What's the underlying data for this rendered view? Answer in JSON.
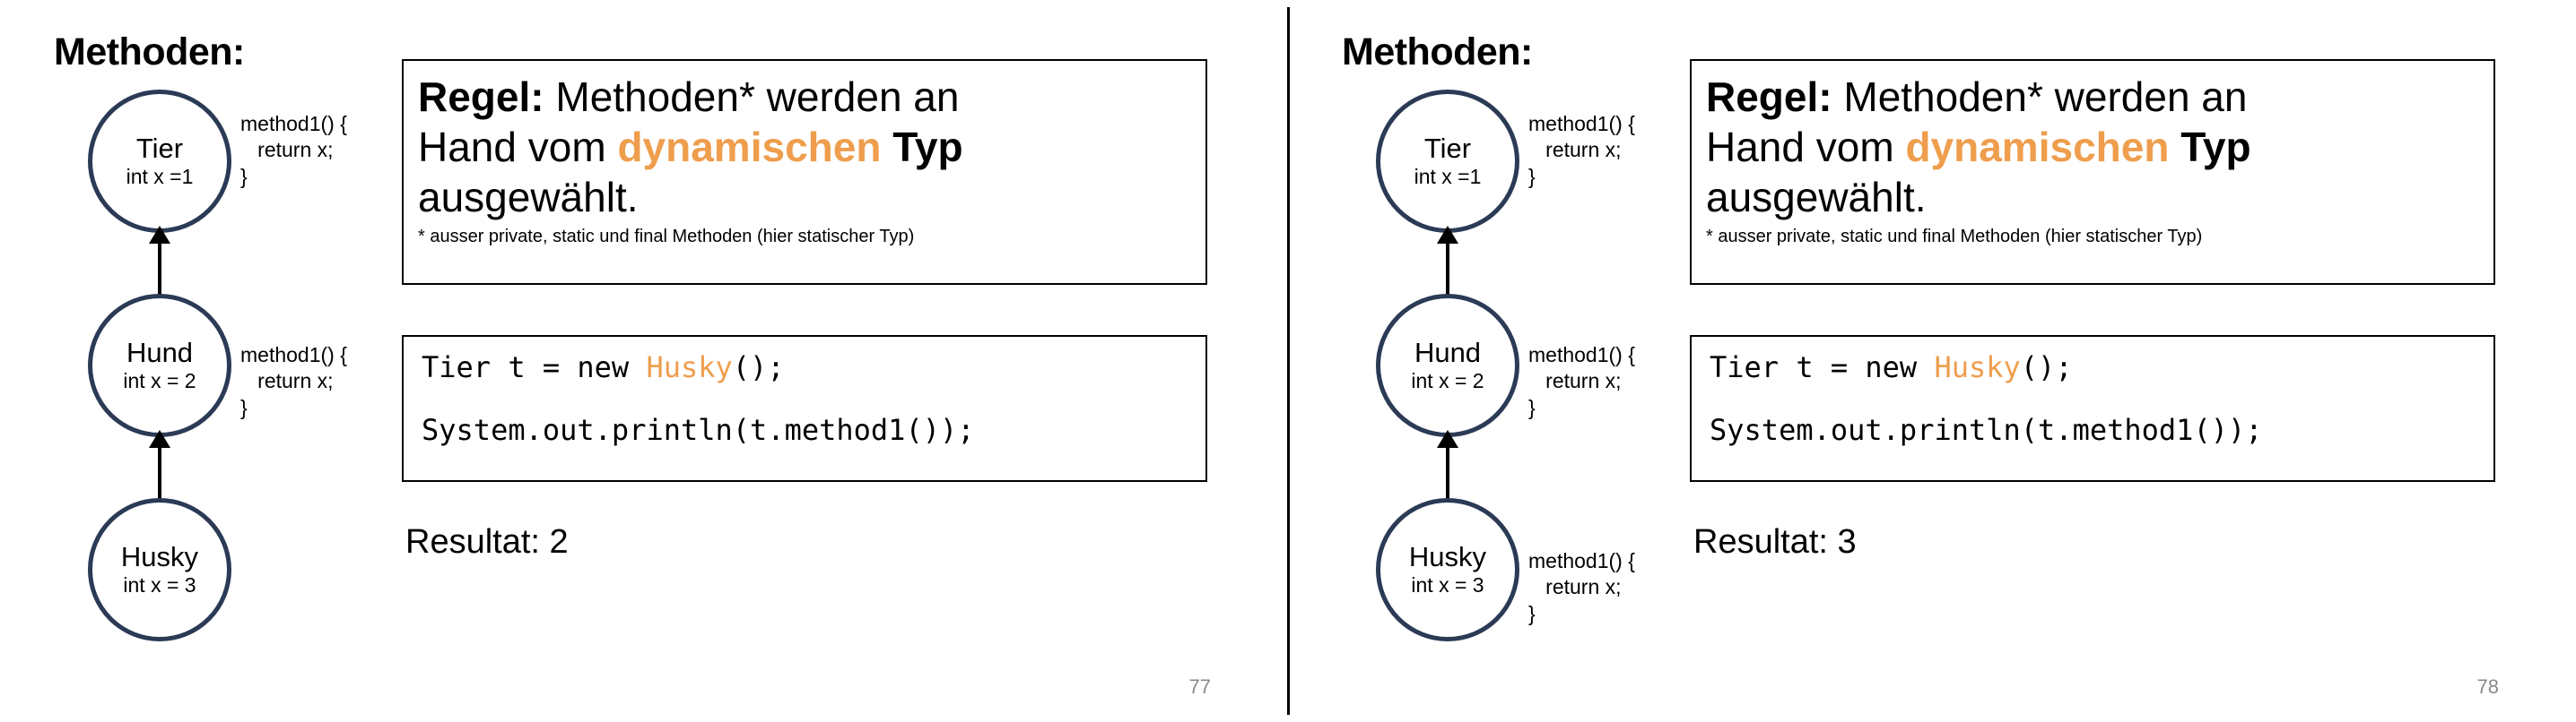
{
  "colors": {
    "accent_orange": "#ef9e4d",
    "node_stroke": "#2b3a55",
    "page_number": "#8a8a8a",
    "background": "#ffffff"
  },
  "slides": [
    {
      "title": "Methoden:",
      "page_number": "77",
      "diagram": {
        "nodes": [
          {
            "name": "Tier",
            "field": "int x =1",
            "method": "method1() {\n   return x;\n}"
          },
          {
            "name": "Hund",
            "field": "int x = 2",
            "method": "method1() {\n   return x;\n}"
          },
          {
            "name": "Husky",
            "field": "int x = 3",
            "method": ""
          }
        ],
        "edges": [
          {
            "from": "Hund",
            "to": "Tier",
            "kind": "inheritance-arrow-up"
          },
          {
            "from": "Husky",
            "to": "Hund",
            "kind": "inheritance-arrow-up"
          }
        ]
      },
      "rule_box": {
        "line1_bold": "Regel:",
        "line1_rest": " Methoden* werden an",
        "line2_pre": "Hand vom ",
        "line2_accent": "dynamischen",
        "line2_post": " Typ",
        "line3": "ausgewählt.",
        "footnote": "* ausser private, static und final Methoden (hier statischer Typ)"
      },
      "code_box": {
        "line1_pre": "Tier t = new ",
        "line1_accent": "Husky",
        "line1_post": "();",
        "line2": "System.out.println(t.method1());"
      },
      "result": "Resultat: 2"
    },
    {
      "title": "Methoden:",
      "page_number": "78",
      "diagram": {
        "nodes": [
          {
            "name": "Tier",
            "field": "int x =1",
            "method": "method1() {\n   return x;\n}"
          },
          {
            "name": "Hund",
            "field": "int x = 2",
            "method": "method1() {\n   return x;\n}"
          },
          {
            "name": "Husky",
            "field": "int x = 3",
            "method": "method1() {\n   return x;\n}"
          }
        ],
        "edges": [
          {
            "from": "Hund",
            "to": "Tier",
            "kind": "inheritance-arrow-up"
          },
          {
            "from": "Husky",
            "to": "Hund",
            "kind": "inheritance-arrow-up"
          }
        ]
      },
      "rule_box": {
        "line1_bold": "Regel:",
        "line1_rest": " Methoden* werden an",
        "line2_pre": "Hand vom ",
        "line2_accent": "dynamischen",
        "line2_post": " Typ",
        "line3": "ausgewählt.",
        "footnote": "* ausser private, static und final Methoden (hier statischer Typ)"
      },
      "code_box": {
        "line1_pre": "Tier t = new ",
        "line1_accent": "Husky",
        "line1_post": "();",
        "line2": "System.out.println(t.method1());"
      },
      "result": "Resultat: 3"
    }
  ]
}
